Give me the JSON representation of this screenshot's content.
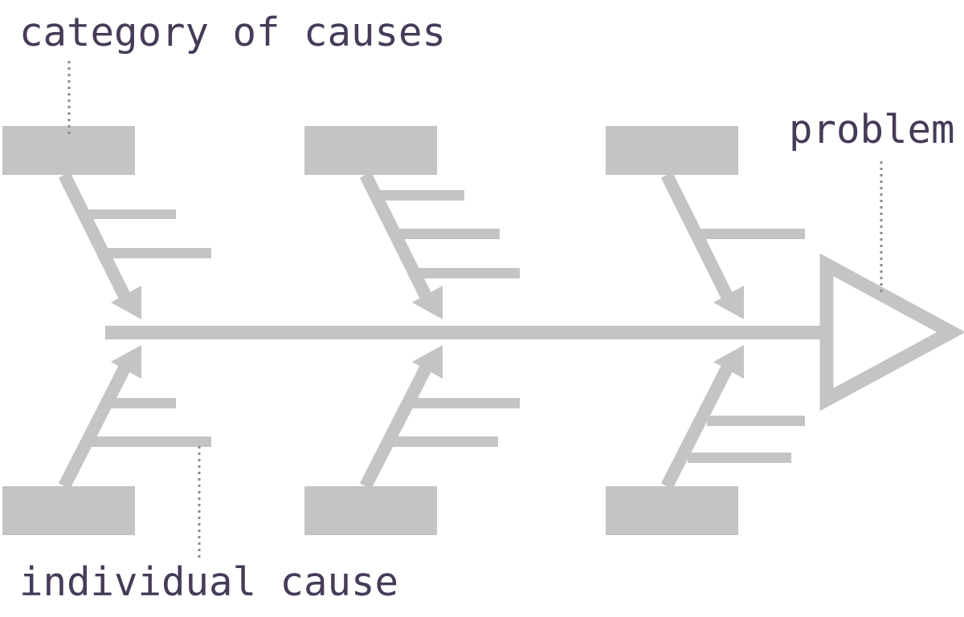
{
  "labels": {
    "category": "category of causes",
    "problem": "problem",
    "cause": "individual cause"
  },
  "colors": {
    "shape": "#c4c4c4",
    "text": "#463b58",
    "leader": "#8a8a8a",
    "background": "#ffffff"
  }
}
